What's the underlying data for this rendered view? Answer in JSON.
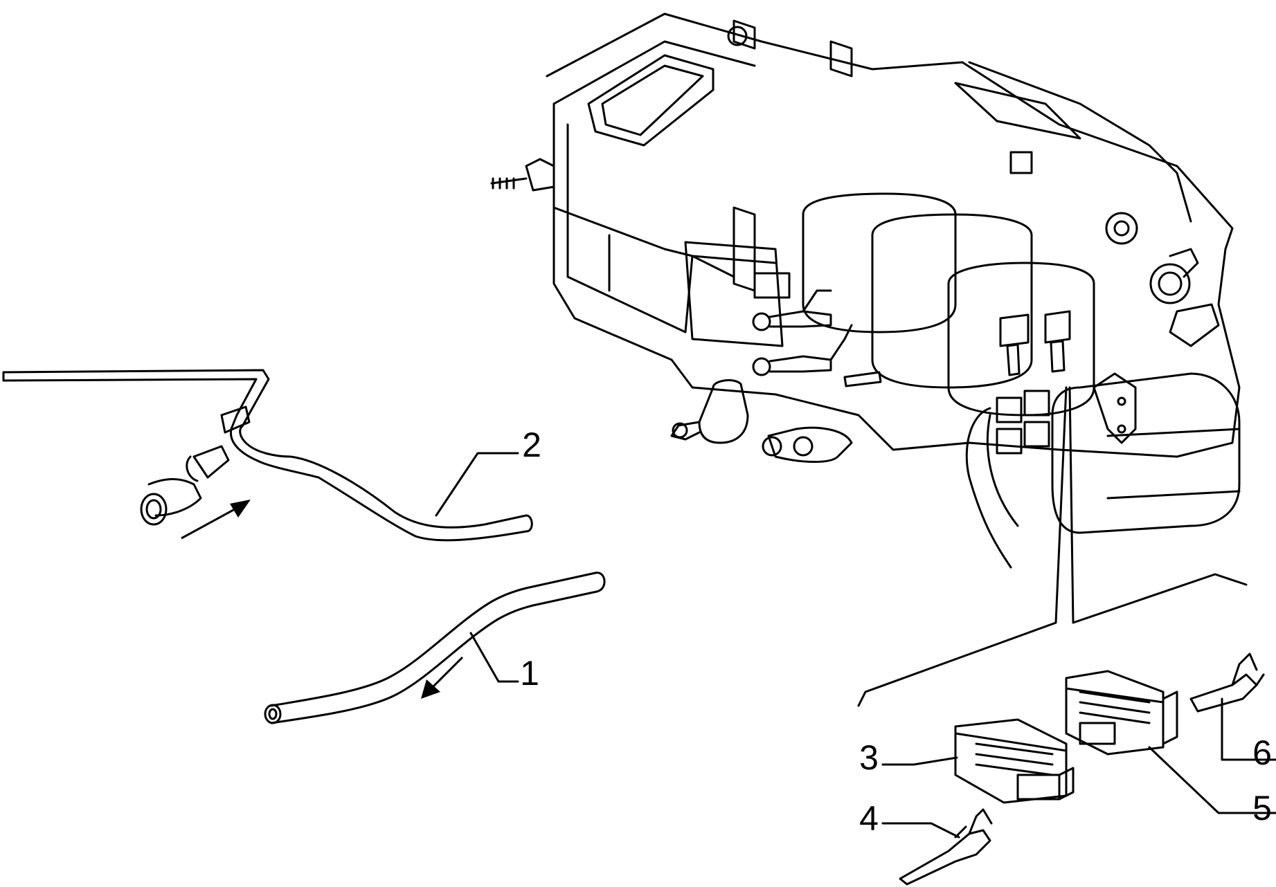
{
  "diagram": {
    "callouts": {
      "c1": "1",
      "c2": "2",
      "c3": "3",
      "c4": "4",
      "c5": "5",
      "c6": "6"
    },
    "line_color": "#000000",
    "background": "#ffffff"
  }
}
